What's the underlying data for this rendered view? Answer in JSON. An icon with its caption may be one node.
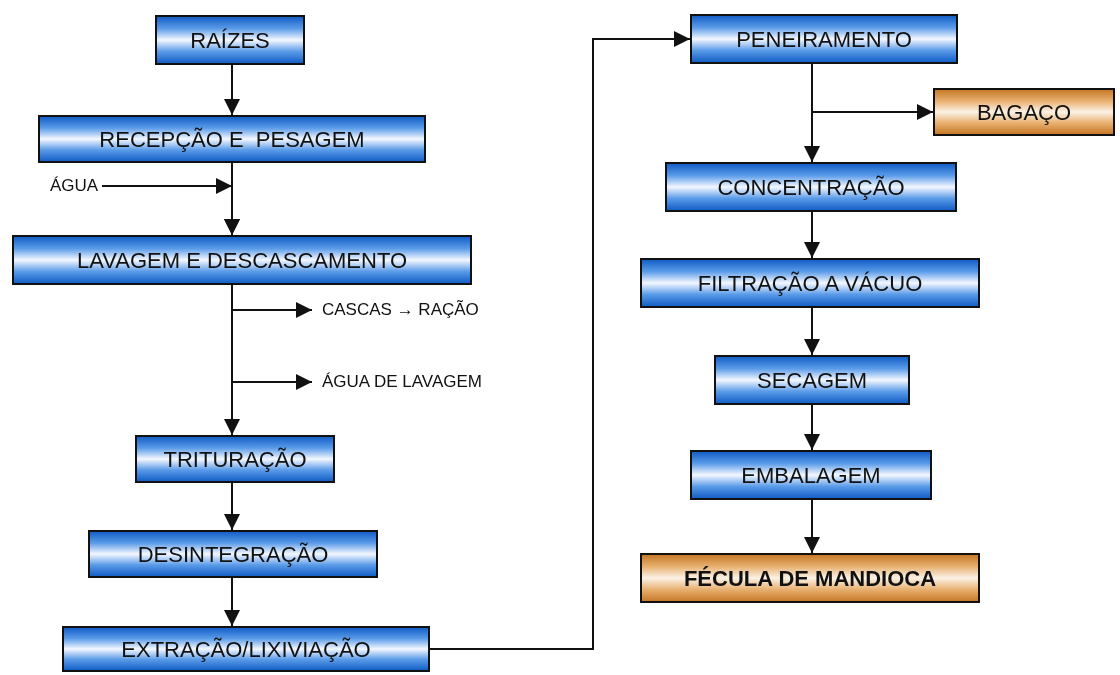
{
  "diagram": {
    "nodes": [
      {
        "text": [
          "RAÍZES"
        ]
      },
      {
        "text": [
          "RECEPÇÃO E  PESAGEM"
        ]
      },
      {
        "text": [
          "ÁGUA"
        ]
      },
      {
        "text": [
          "LAVAGEM E DESCASCAMENTO"
        ]
      },
      {
        "text": [
          "CASCAS → RAÇÃO"
        ]
      },
      {
        "text": [
          "ÁGUA DE LAVAGEM"
        ]
      },
      {
        "text": [
          "TRITURAÇÃO"
        ]
      },
      {
        "text": [
          "DESINTEGRAÇÃO"
        ]
      },
      {
        "text": [
          "EXTRAÇÃO/LIXIVIAÇÃO"
        ]
      },
      {
        "text": [
          "PENEIRAMENTO"
        ]
      },
      {
        "text": [
          "BAGAÇO"
        ]
      },
      {
        "text": [
          "CONCENTRAÇÃO"
        ]
      },
      {
        "text": [
          "FILTRAÇÃO A VÁCUO"
        ]
      },
      {
        "text": [
          "SECAGEM"
        ]
      },
      {
        "text": [
          "EMBALAGEM"
        ]
      },
      {
        "text": [
          "FÉCULA DE MANDIOCA"
        ]
      }
    ],
    "edges": [
      {
        "from": 0,
        "to": 1,
        "arrow": "to"
      },
      {
        "from": 1,
        "to": 3,
        "arrow": "to"
      },
      {
        "from": 2,
        "to": 3,
        "arrow": "to"
      },
      {
        "from": 3,
        "to": 4,
        "arrow": "to"
      },
      {
        "from": 3,
        "to": 5,
        "arrow": "to"
      },
      {
        "from": 3,
        "to": 6,
        "arrow": "to"
      },
      {
        "from": 6,
        "to": 7,
        "arrow": "to"
      },
      {
        "from": 7,
        "to": 8,
        "arrow": "to"
      },
      {
        "from": 8,
        "to": 9,
        "arrow": "to"
      },
      {
        "from": 9,
        "to": 10,
        "arrow": "to"
      },
      {
        "from": 9,
        "to": 11,
        "arrow": "to"
      },
      {
        "from": 11,
        "to": 12,
        "arrow": "to"
      },
      {
        "from": 12,
        "to": 13,
        "arrow": "to"
      },
      {
        "from": 13,
        "to": 14,
        "arrow": "to"
      },
      {
        "from": 14,
        "to": 15,
        "arrow": "to"
      }
    ]
  }
}
